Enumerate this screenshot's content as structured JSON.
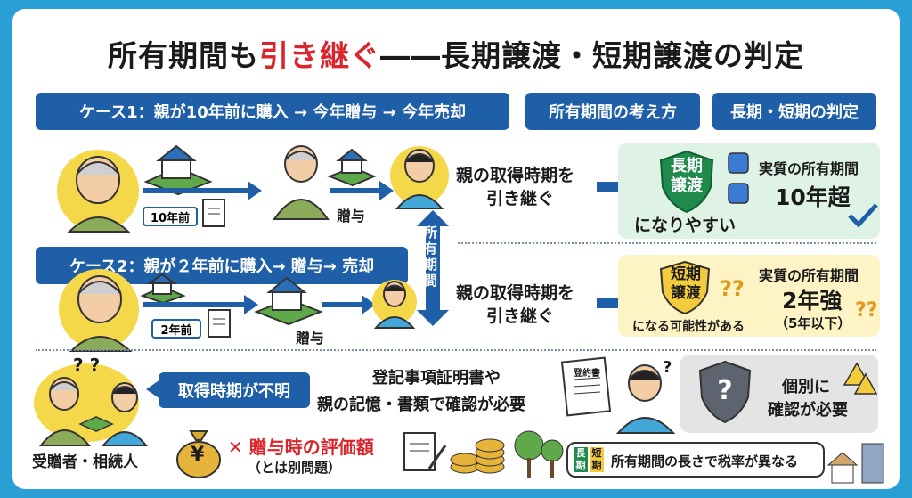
{
  "title": {
    "part1": "所有期間も",
    "highlight": "引き継ぐ",
    "part2": "――長期譲渡・短期譲渡の判定"
  },
  "headers": {
    "case1": "ケース1：親が10年前に購入 → 今年贈与 → 今年売却",
    "period_concept": "所有期間の考え方",
    "judgment": "長期・短期の判定",
    "case2": "ケース2：親が２年前に購入→ 贈与→ 売却"
  },
  "case1": {
    "years_ago": "10年前",
    "gift": "贈与",
    "inherit_line1": "親の取得時期を",
    "inherit_line2": "引き継ぐ",
    "shield_text": "長期\n譲渡",
    "likely": "になりやすい",
    "actual_label": "実質の所有期間",
    "actual_value": "10年超"
  },
  "ownership_period": "所有\n期間",
  "case2": {
    "years_ago": "2年前",
    "gift": "贈与",
    "inherit_line1": "親の取得時期を",
    "inherit_line2": "引き継ぐ",
    "shield_text": "短期\n譲渡",
    "possible": "になる可能性がある",
    "actual_label": "実質の所有期間",
    "actual_value": "2年強",
    "actual_sub": "（5年以下）"
  },
  "bottom": {
    "unknown": "取得時期が不明",
    "recipient": "受贈者・相続人",
    "confirm_line1": "登記事項証明書や",
    "confirm_line2": "親の記憶・書類で確認が必要",
    "contract": "登約書",
    "individual_line1": "個別に",
    "individual_line2": "確認が必要",
    "gift_value": "✕ 贈与時の評価額",
    "gift_value_sub": "（とは別問題）",
    "yen": "¥",
    "tag_long": "長期",
    "tag_short": "短期",
    "tax_rate": "所有期間の長さで税率が異なる"
  },
  "colors": {
    "navy": "#1f5fa8",
    "red": "#d9252b",
    "green_panel": "#dff2e6",
    "yellow_panel": "#fdf3c4",
    "gray_panel": "#e4e4e4",
    "bg": "#2a9fd6"
  }
}
